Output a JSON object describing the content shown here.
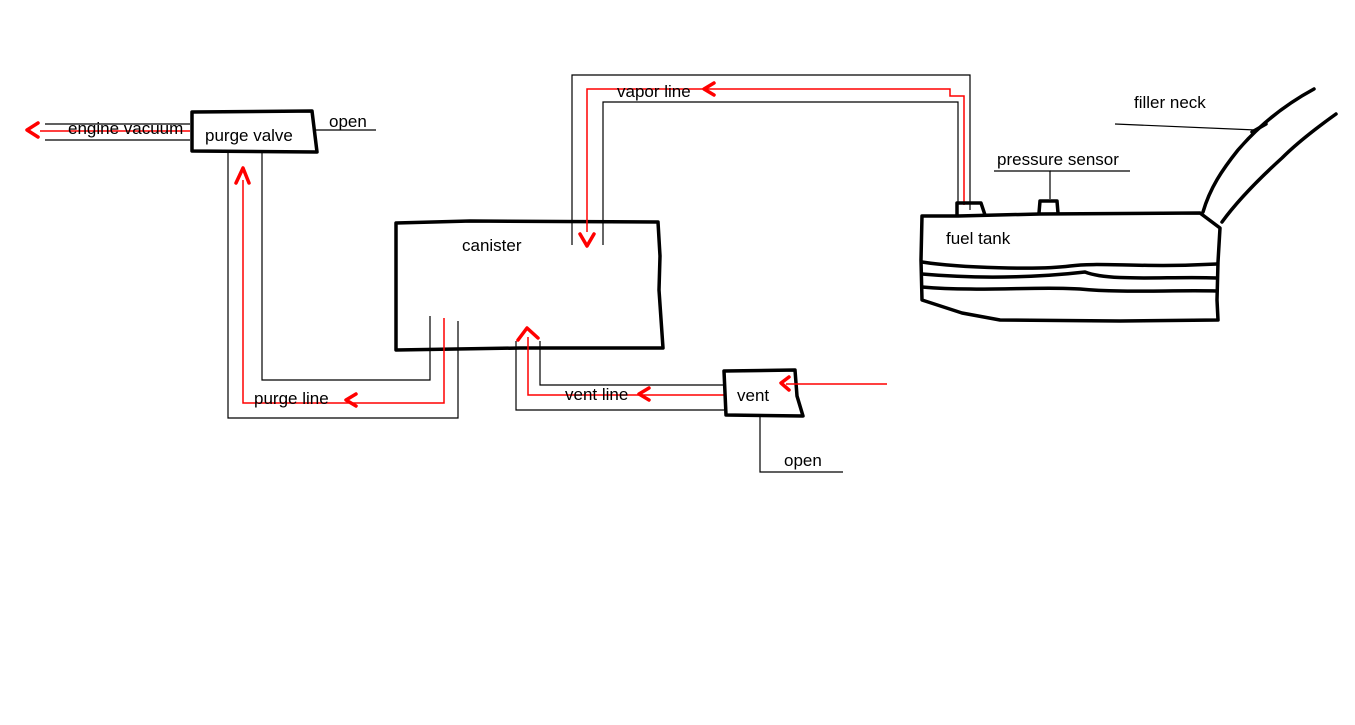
{
  "colors": {
    "flow": "#ff0000",
    "outline": "#000000",
    "background": "#ffffff"
  },
  "labels": {
    "engine_vacuum": "engine vacuum",
    "purge_valve": "purge valve",
    "open_top": "open",
    "vapor_line": "vapor line",
    "filler_neck": "filler neck",
    "pressure_sensor": "pressure sensor",
    "fuel_tank": "fuel tank",
    "canister": "canister",
    "purge_line": "purge line",
    "vent_line": "vent line",
    "vent": "vent",
    "open_bottom": "open"
  }
}
